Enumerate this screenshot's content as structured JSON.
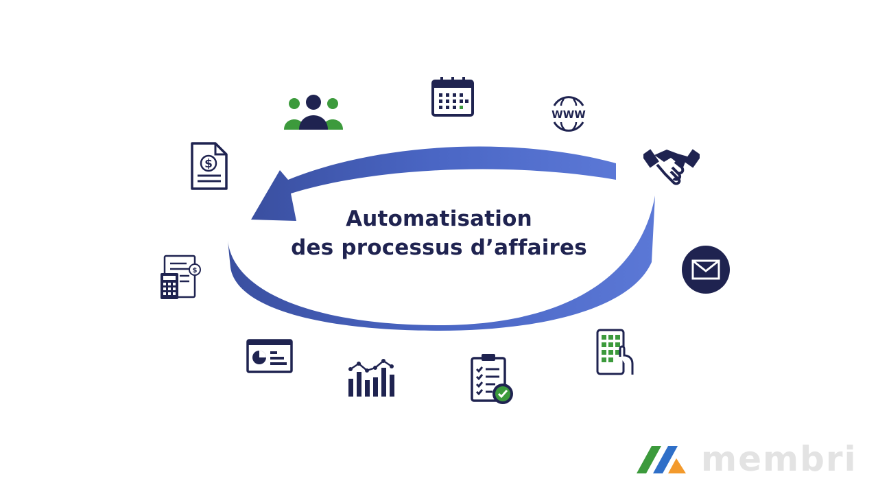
{
  "title": {
    "line1": "Automatisation",
    "line2": "des processus d’affaires"
  },
  "logo": {
    "word": "membri"
  },
  "colors": {
    "navy": "#1f2350",
    "arrow_dark": "#3a4fa0",
    "arrow_light": "#5b78d6",
    "green": "#3c9a3c",
    "orange": "#f39a2c",
    "logo_gray": "#e3e3e3"
  },
  "icons": [
    "group-people-icon",
    "calendar-icon",
    "www-globe-icon",
    "handshake-icon",
    "envelope-icon",
    "tablet-keypad-icon",
    "checklist-clipboard-icon",
    "bar-line-chart-icon",
    "dashboard-card-icon",
    "calculator-invoice-icon",
    "dollar-document-icon"
  ]
}
